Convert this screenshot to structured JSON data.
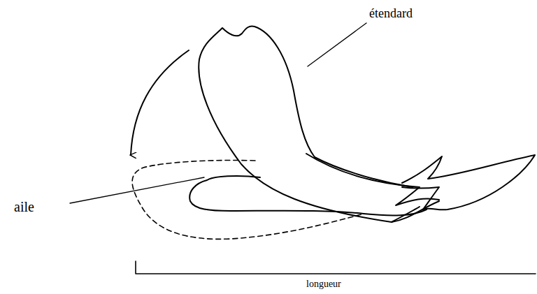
{
  "diagram": {
    "labels": [
      "étendard",
      "aile",
      "longueur"
    ]
  }
}
